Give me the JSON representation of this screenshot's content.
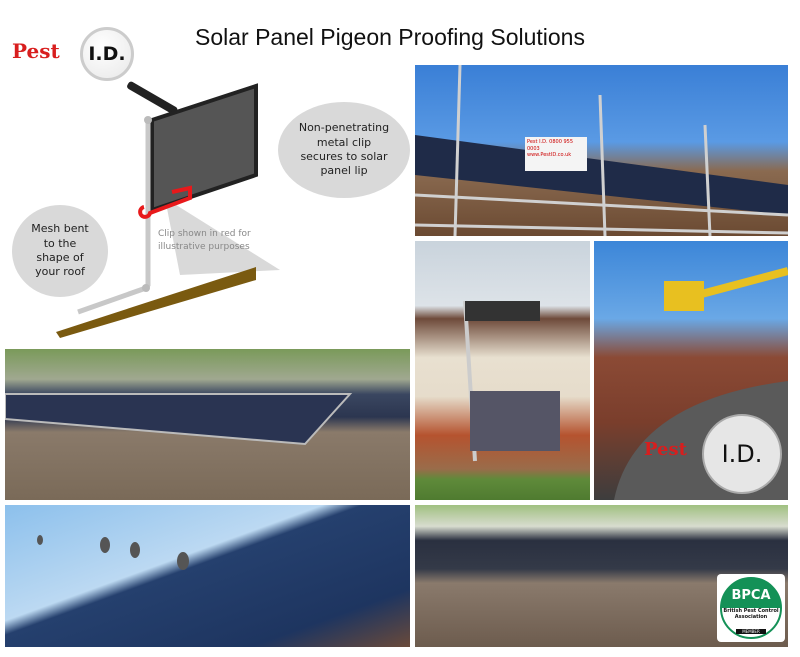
{
  "title": "Solar Panel Pigeon Proofing Solutions",
  "logo": {
    "pest": "Pest",
    "id": "I.D."
  },
  "diagram": {
    "clip_callout": "Non-penetrating metal clip secures to solar panel lip",
    "mesh_callout": "Mesh bent to the shape of your roof",
    "clip_note": "Clip shown in red for illustrative purposes",
    "clip_color": "#e8191b",
    "roof_color": "#7a5a10",
    "panel_color": "#555555"
  },
  "photos": {
    "scaffold_sign": "Pest I.D. 0800 955 0003 www.PestID.co.uk",
    "van_logo_pest": "Pest",
    "van_logo_id": "I.D."
  },
  "badge": {
    "acronym": "BPCA",
    "name": "British Pest Control Association",
    "member": "MEMBER",
    "color": "#149157"
  }
}
